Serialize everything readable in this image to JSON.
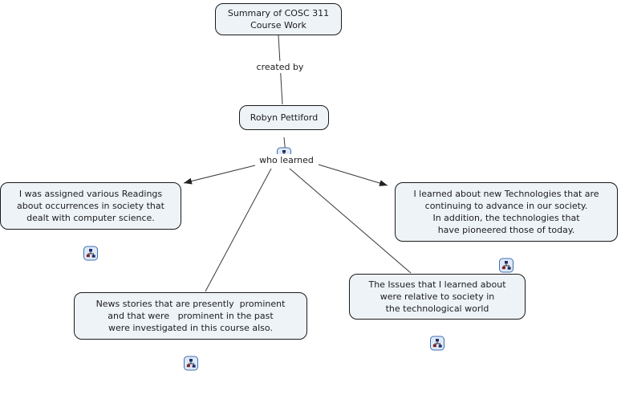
{
  "diagram": {
    "type": "concept-map",
    "background": "#ffffff"
  },
  "colors": {
    "node_fill": "#eef3f8",
    "node_border": "#1a1a1a",
    "connector": "#3a3a3a",
    "arrowhead": "#222222",
    "icon_border": "#3e6eb5",
    "icon_fill": "#dfe9f6",
    "icon_glyph_navy": "#1d2d69",
    "icon_glyph_maroon": "#7c2128",
    "text": "#1c1c1c"
  },
  "nodes": {
    "summary": {
      "text": "Summary of COSC 311\nCourse Work",
      "has_resource_icon": false
    },
    "author": {
      "text": "Robyn Pettiford",
      "has_resource_icon": true
    },
    "readings": {
      "text": "I was assigned various Readings\nabout occurrences in society that\ndealt with computer science.",
      "has_resource_icon": true
    },
    "technologies": {
      "text": "I learned about new Technologies that are\ncontinuing to advance in our society.\nIn addition, the technologies that\nhave pioneered those of today.",
      "has_resource_icon": true
    },
    "news": {
      "text": "News stories that are presently  prominent\nand that were   prominent in the past\nwere investigated in this course also.",
      "has_resource_icon": true
    },
    "issues": {
      "text": "The Issues that I learned about\nwere relative to society in\nthe technological world",
      "has_resource_icon": true
    }
  },
  "linking_phrases": {
    "created_by": "created by",
    "who_learned": "who learned"
  },
  "icons": {
    "resource": "concept-map-resource-icon"
  }
}
